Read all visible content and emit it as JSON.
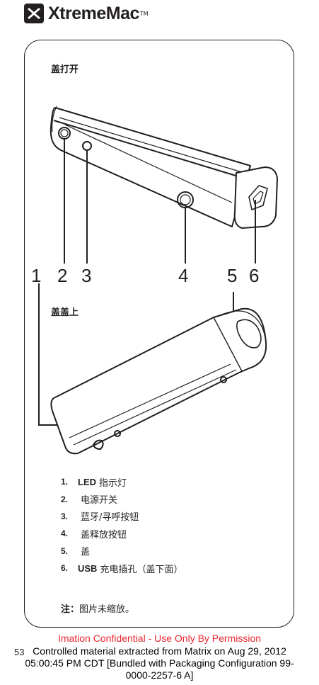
{
  "brand": {
    "logo_text": "XtremeMac",
    "tm": "TM",
    "logo_icon": "x-logo-icon"
  },
  "figure_top": {
    "caption": "盖打开"
  },
  "figure_bottom": {
    "caption": "盖盖上"
  },
  "callouts": [
    "1",
    "2",
    "3",
    "4",
    "5",
    "6"
  ],
  "parts_list": [
    {
      "num": "1.",
      "bold": "LED",
      "text": "指示灯"
    },
    {
      "num": "2.",
      "bold": "",
      "text": "电源开关"
    },
    {
      "num": "3.",
      "bold": "",
      "text": "蓝牙/寻呼按钮"
    },
    {
      "num": "4.",
      "bold": "",
      "text": "盖释放按钮"
    },
    {
      "num": "5.",
      "bold": "",
      "text": "盖"
    },
    {
      "num": "6.",
      "bold": "USB",
      "text": "充电插孔（盖下面）"
    }
  ],
  "note": {
    "label": "注：",
    "text": "图片未缩放。"
  },
  "confidential": "Imation Confidential - Use Only By Permission",
  "page_number": "53",
  "footer_lines": [
    "Controlled material extracted from Matrix on Aug 29, 2012",
    "05:00:45 PM CDT [Bundled with Packaging Configuration 99-",
    "0000-2257-6 A]"
  ]
}
